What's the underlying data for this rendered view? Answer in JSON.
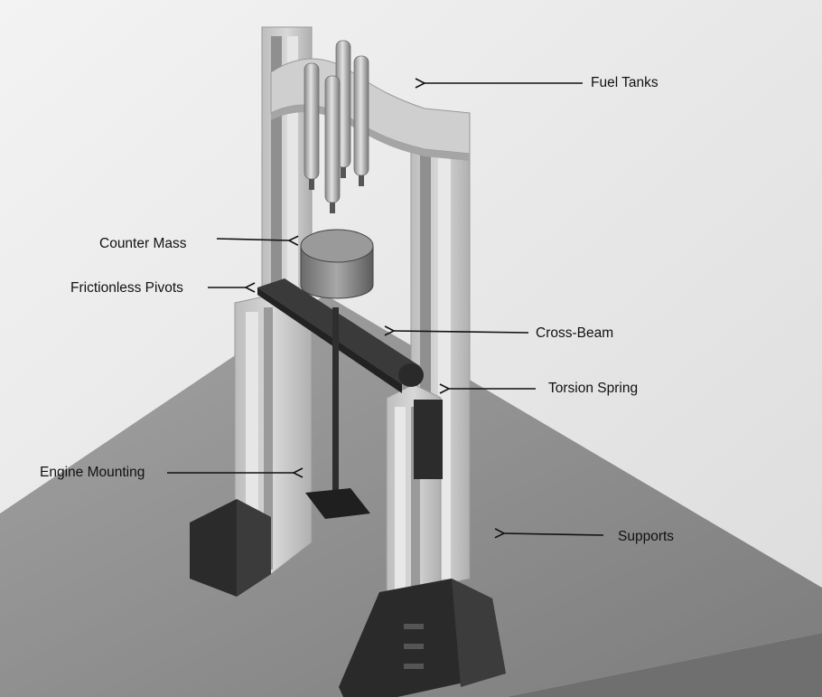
{
  "labels": {
    "fuel_tanks": "Fuel Tanks",
    "counter_mass": "Counter Mass",
    "frictionless_pivots": "Frictionless Pivots",
    "cross_beam": "Cross-Beam",
    "torsion_spring": "Torsion Spring",
    "engine_mounting": "Engine Mounting",
    "supports": "Supports"
  },
  "colors": {
    "background": "#ececec",
    "platform": "#8d8d8d",
    "frame": "#c9c9c9",
    "dark_part": "#2e2e2e",
    "arrow": "#111111"
  }
}
